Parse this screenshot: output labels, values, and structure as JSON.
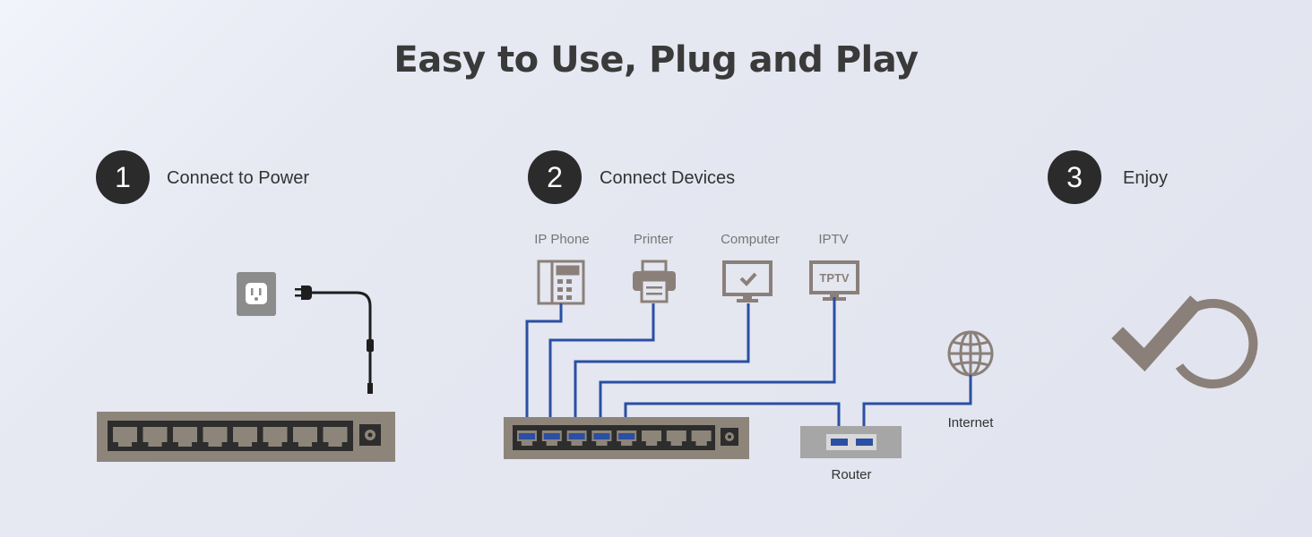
{
  "title": "Easy to Use, Plug and Play",
  "steps": [
    {
      "number": "1",
      "label": "Connect to Power"
    },
    {
      "number": "2",
      "label": "Connect Devices"
    },
    {
      "number": "3",
      "label": "Enjoy"
    }
  ],
  "devices": [
    {
      "label": "IP Phone",
      "icon": "ip-phone-icon"
    },
    {
      "label": "Printer",
      "icon": "printer-icon"
    },
    {
      "label": "Computer",
      "icon": "computer-icon"
    },
    {
      "label": "IPTV",
      "icon": "iptv-icon",
      "screen_text": "TPTV"
    }
  ],
  "router_label": "Router",
  "internet_label": "Internet",
  "colors": {
    "cable": "#2a4fa3",
    "switch": "#8e857a",
    "icon": "#8a8079",
    "step_circle": "#2b2b2b"
  }
}
